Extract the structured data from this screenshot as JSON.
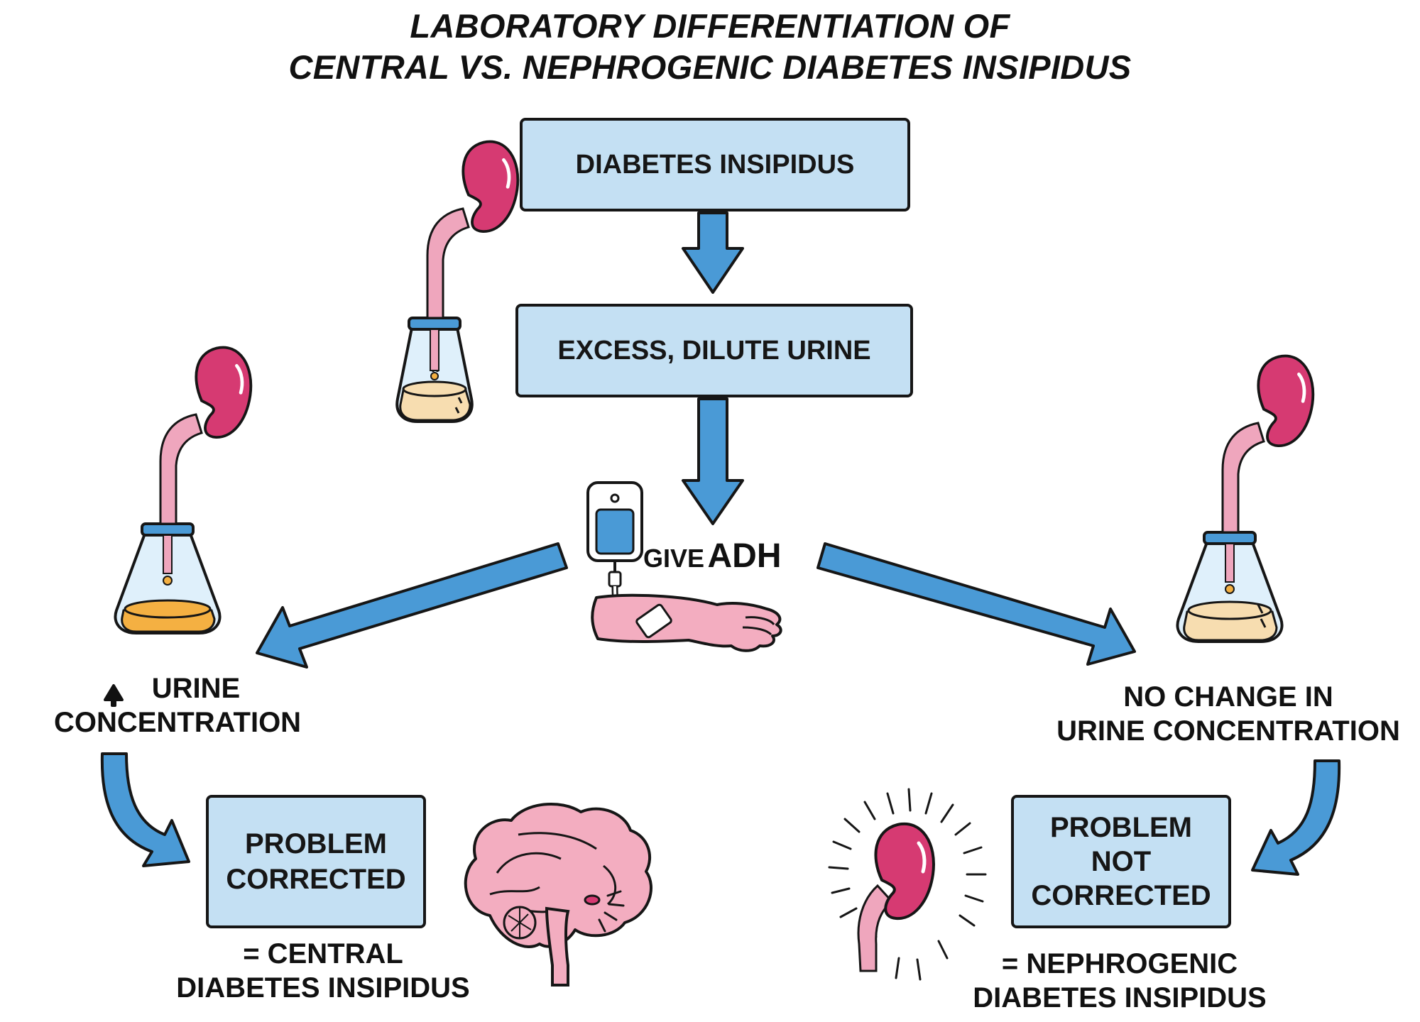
{
  "title": {
    "line1": "LABORATORY DIFFERENTIATION OF",
    "line2": "CENTRAL VS. NEPHROGENIC DIABETES INSIPIDUS"
  },
  "nodes": {
    "diabetes_insipidus": "DIABETES INSIPIDUS",
    "excess_dilute_urine": "EXCESS, DILUTE URINE",
    "give": "GIVE",
    "adh": "ADH",
    "urine_line1": "URINE",
    "urine_line2": "CONCENTRATION",
    "no_change_line1": "NO CHANGE IN",
    "no_change_line2": "URINE CONCENTRATION",
    "corrected_line1": "PROBLEM",
    "corrected_line2": "CORRECTED",
    "not_corrected_line1": "PROBLEM",
    "not_corrected_line2": "NOT",
    "not_corrected_line3": "CORRECTED",
    "central_line1": "= CENTRAL",
    "central_line2": "DIABETES INSIPIDUS",
    "nephro_line1": "= NEPHROGENIC",
    "nephro_line2": "DIABETES INSIPIDUS"
  },
  "icons": [
    "kidney-flask-icon",
    "iv-bag-arm-icon",
    "brain-icon",
    "kidney-icon",
    "up-arrow-icon"
  ],
  "colors": {
    "box_fill": "#c4e0f3",
    "arrow_fill": "#4a9ad6",
    "kidney": "#d63a72",
    "ureter": "#efa6bd",
    "urine_pale": "#f7ddb0",
    "urine_dark": "#f4b042",
    "flask_glass": "#dff0fb",
    "skin": "#f3adc0"
  }
}
